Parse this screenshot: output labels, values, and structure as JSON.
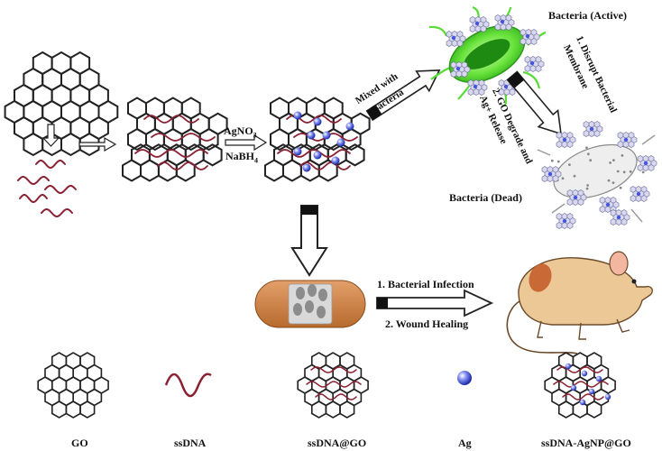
{
  "steps": {
    "reagent_1": "AgNO",
    "reagent_1_sub": "3",
    "reagent_2": "NaBH",
    "reagent_2_sub": "4",
    "mix": "Mixed with",
    "mix_2": "Bacteria",
    "infection": "1. Bacterial Infection",
    "healing": "2. Wound Healing"
  },
  "bacteria": {
    "active": "Bacteria (Active)",
    "dead": "Bacteria (Dead)",
    "mech_1_line1": "1. Disrupt Bacterial",
    "mech_1_line2": "Membrane",
    "mech_2_line1": "2. GO Degrade and",
    "mech_2_line2": "Ag+ Release"
  },
  "legend": [
    {
      "label": "GO"
    },
    {
      "label": "ssDNA"
    },
    {
      "label": "ssDNA@GO"
    },
    {
      "label": "Ag"
    },
    {
      "label": "ssDNA-AgNP@GO"
    }
  ],
  "colors": {
    "lattice": "#222222",
    "dna": "#8b2233",
    "silver": "#4455dd",
    "bacterium": "#44dd22",
    "bandage": "#c97a3c",
    "mouse": "#e9c79a"
  }
}
